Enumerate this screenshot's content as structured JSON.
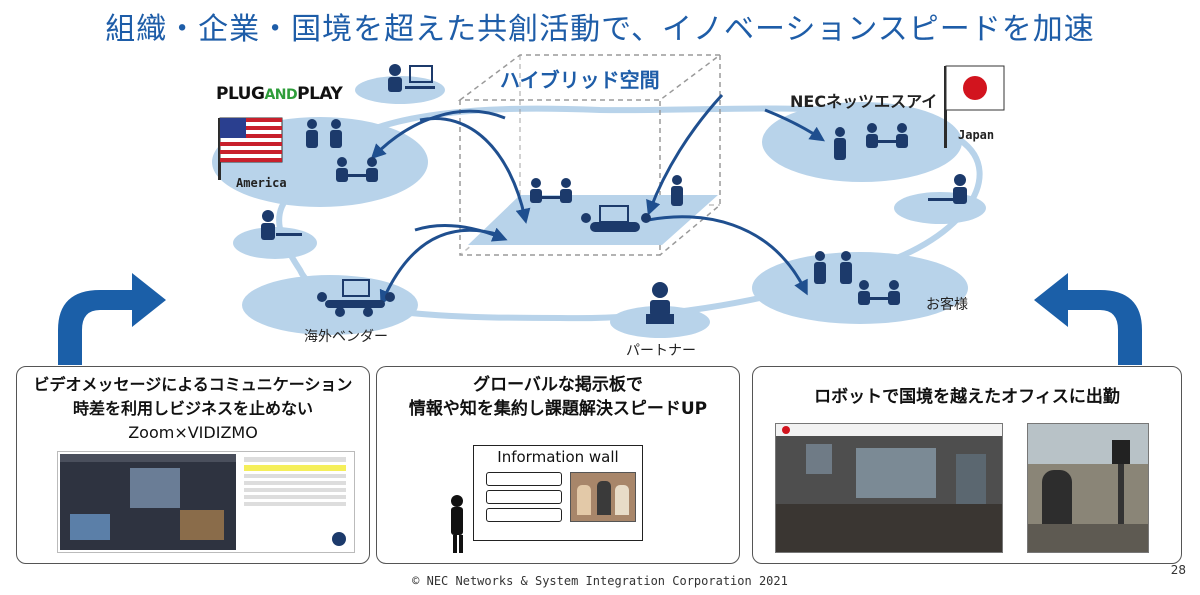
{
  "title": "組織・企業・国境を超えた共創活動で、イノベーションスピードを加速",
  "hybrid_label": "ハイブリッド空間",
  "plugandplay": {
    "plug": "PLUG",
    "and": "AND",
    "play": "PLAY"
  },
  "nec_label": "NECネッツエスアイ",
  "america_label": "America",
  "japan_label": "Japan",
  "overseas_vendor": "海外ベンダー",
  "partner": "パートナー",
  "customer": "お客様",
  "panels": {
    "left": {
      "line1": "ビデオメッセージによるコミュニケーション",
      "line2": "時差を利用しビジネスを止めない",
      "line3": "Zoom×VIDIZMO"
    },
    "middle": {
      "line1": "グローバルな掲示板で",
      "line2": "情報や知を集約し課題解決スピードUP",
      "board_title": "Information wall"
    },
    "right": {
      "line1": "ロボットで国境を越えたオフィスに出勤"
    }
  },
  "copyright": "© NEC Networks & System Integration Corporation 2021",
  "page_number": "28",
  "colors": {
    "title": "#1e5da8",
    "ellipse": "#b8d3ea",
    "arrow": "#1f4f8f",
    "navy": "#1c3a6b",
    "us_red": "#c8202c",
    "jp_red": "#d2141e"
  }
}
